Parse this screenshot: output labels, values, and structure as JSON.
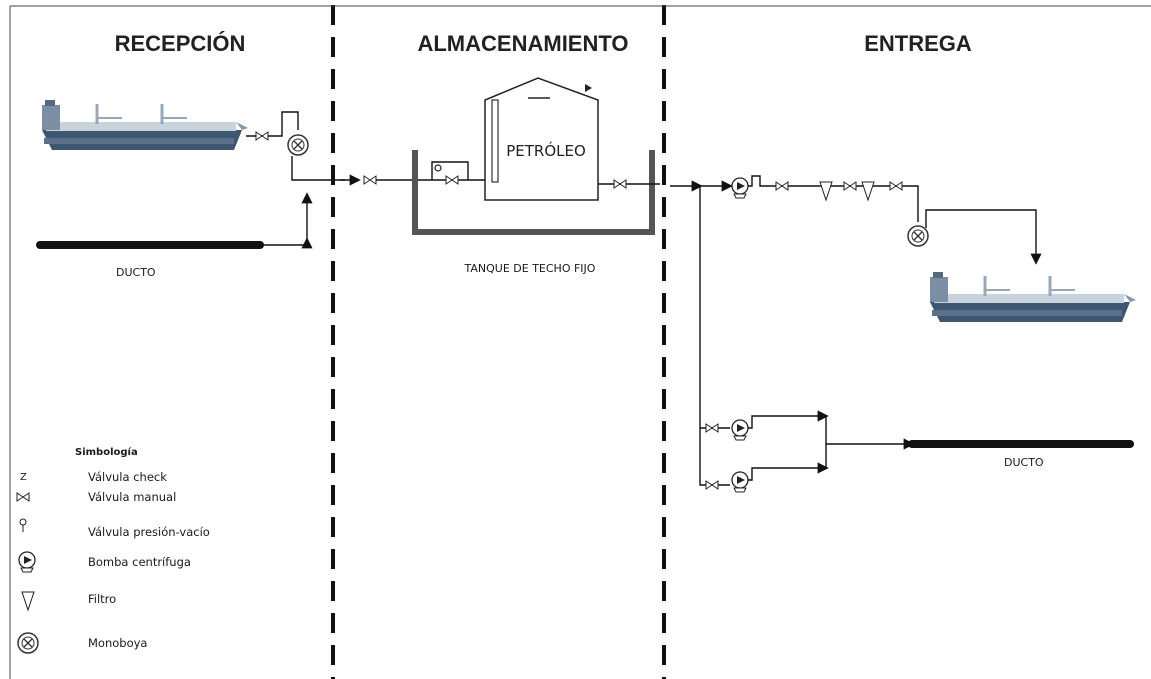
{
  "sections": {
    "reception": "RECEPCIÓN",
    "storage": "ALMACENAMIENTO",
    "delivery": "ENTREGA"
  },
  "labels": {
    "duct_in": "DUCTO",
    "tank_type": "TANQUE DE TECHO FIJO",
    "tank_content": "PETRÓLEO",
    "duct_out": "DUCTO"
  },
  "legend": {
    "title": "Simbología",
    "items": [
      {
        "icon": "check-valve-icon",
        "label": "Válvula check"
      },
      {
        "icon": "manual-valve-icon",
        "label": "Válvula manual"
      },
      {
        "icon": "pressure-vacuum-valve-icon",
        "label": "Válvula presión-vacío"
      },
      {
        "icon": "centrifugal-pump-icon",
        "label": "Bomba centrífuga"
      },
      {
        "icon": "filter-icon",
        "label": "Filtro"
      },
      {
        "icon": "monobuoy-icon",
        "label": "Monoboya"
      }
    ]
  },
  "colors": {
    "line": "#111111",
    "ship_hull": "#3f5670",
    "ship_deck": "#c9d3dd"
  }
}
